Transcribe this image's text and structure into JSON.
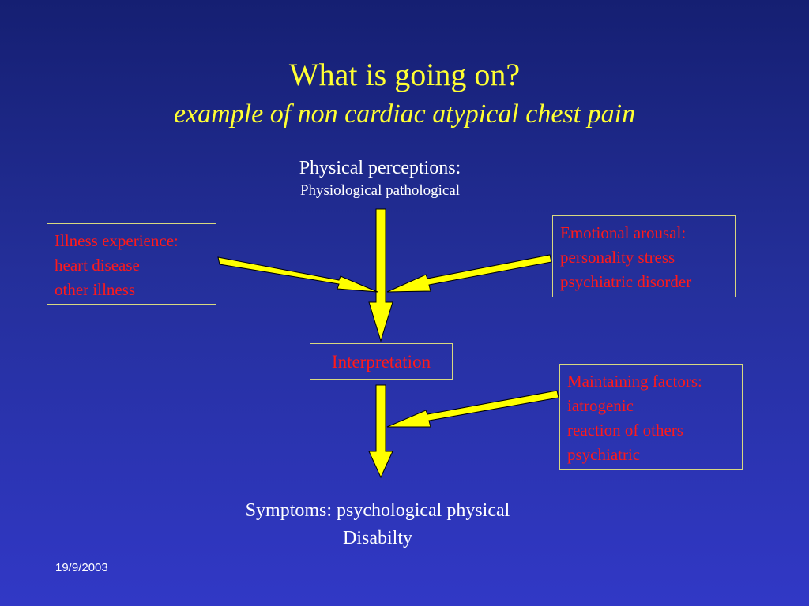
{
  "slide": {
    "title": "What is going on?",
    "subtitle": "example of non cardiac atypical chest pain",
    "date": "19/9/2003",
    "colors": {
      "title": "#ffff33",
      "box_text": "#ff1a1a",
      "arrow_fill": "#ffff00",
      "background": "#2a32a8"
    }
  },
  "perceptions": {
    "title": "Physical perceptions:",
    "subtitle": "Physiological pathological"
  },
  "illness_box": {
    "lines": [
      "Illness experience:",
      "heart disease",
      "other illness"
    ]
  },
  "emotional_box": {
    "lines": [
      "Emotional arousal:",
      "personality stress",
      "psychiatric disorder"
    ]
  },
  "interpretation_box": {
    "label": "Interpretation"
  },
  "maintaining_box": {
    "lines": [
      "Maintaining factors:",
      "iatrogenic",
      "reaction of others",
      "psychiatric"
    ]
  },
  "symptoms": {
    "line1": "Symptoms: psychological physical",
    "line2": "Disabilty"
  }
}
